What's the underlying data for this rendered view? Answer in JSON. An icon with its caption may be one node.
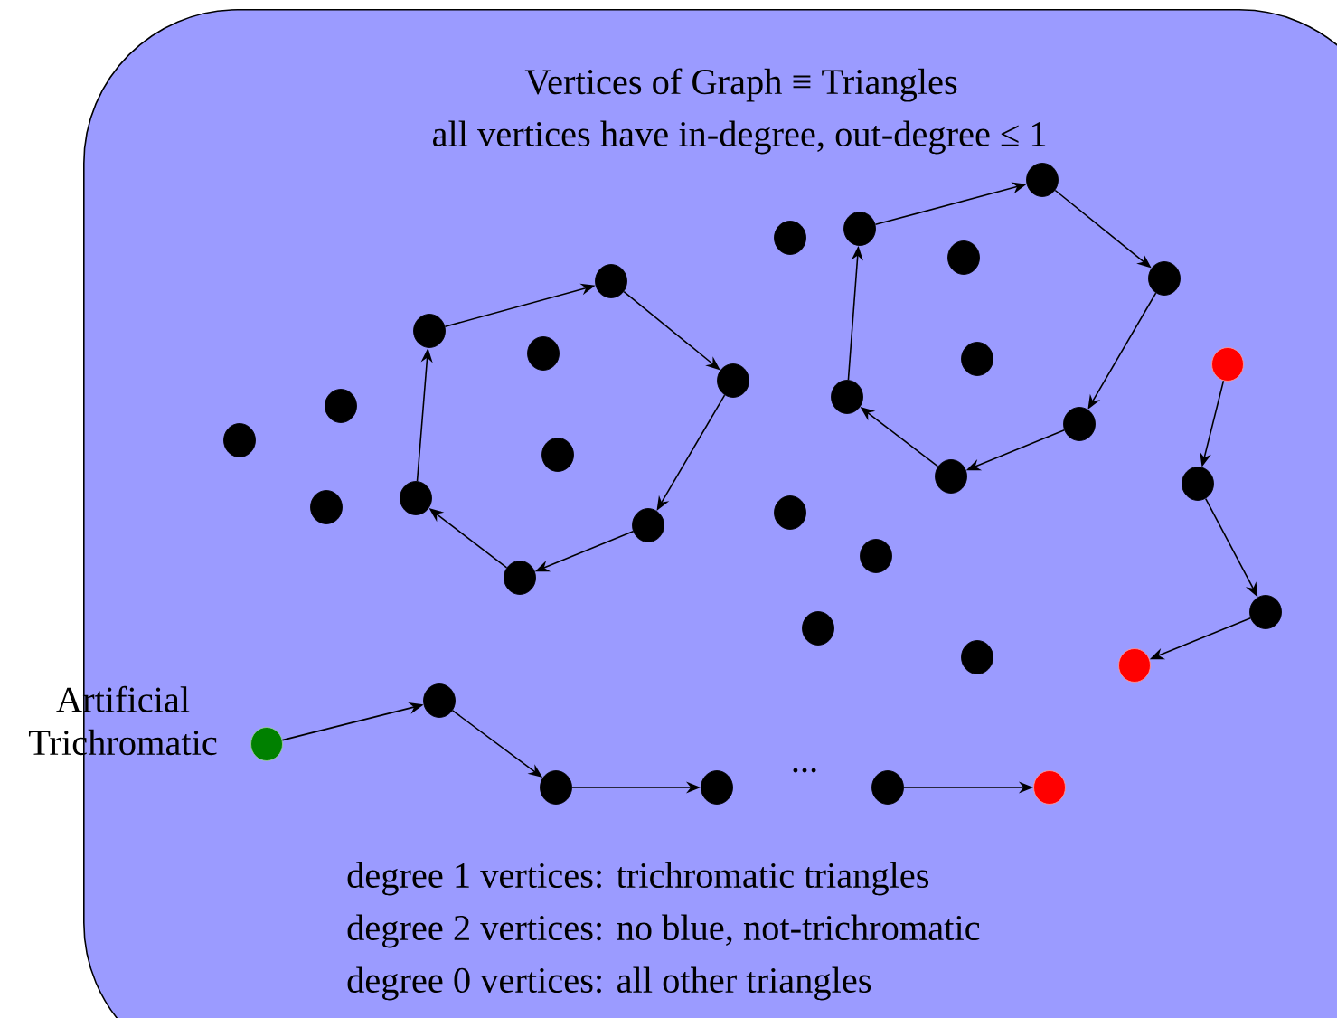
{
  "diagram": {
    "nodes": [
      {
        "text": [
          "Vertices of Graph ≡ Triangles",
          "all vertices have in-degree, out-degree ≤ 1",
          "degree 1 vertices: trichromatic triangles",
          "degree 2 vertices: no blue, not-trichromatic",
          "degree 0 vertices: all other triangles"
        ]
      },
      {
        "text": [],
        "shape": "circle",
        "in": 0
      },
      {
        "text": [],
        "shape": "circle",
        "in": 0
      },
      {
        "text": [],
        "shape": "circle",
        "in": 0
      },
      {
        "text": [],
        "shape": "circle",
        "in": 0
      },
      {
        "text": [],
        "shape": "circle",
        "in": 0
      },
      {
        "text": [],
        "shape": "circle",
        "in": 0
      },
      {
        "text": [],
        "shape": "circle",
        "in": 0
      },
      {
        "text": [],
        "shape": "circle",
        "in": 0
      },
      {
        "text": [],
        "shape": "circle",
        "in": 0
      },
      {
        "text": [],
        "shape": "circle",
        "in": 0
      },
      {
        "text": [],
        "shape": "circle",
        "in": 0
      },
      {
        "text": [],
        "shape": "circle",
        "in": 0
      },
      {
        "text": [],
        "shape": "circle",
        "in": 0
      },
      {
        "text": [],
        "shape": "circle",
        "in": 0
      },
      {
        "text": [],
        "shape": "circle",
        "in": 0
      },
      {
        "text": [],
        "shape": "circle",
        "in": 0
      },
      {
        "text": [],
        "shape": "circle",
        "in": 0
      },
      {
        "text": [],
        "shape": "circle",
        "in": 0
      },
      {
        "text": [],
        "shape": "circle",
        "in": 0
      },
      {
        "text": [],
        "shape": "circle",
        "in": 0
      },
      {
        "text": [],
        "shape": "circle",
        "in": 0
      },
      {
        "text": [],
        "shape": "circle",
        "in": 0
      },
      {
        "text": [],
        "shape": "circle",
        "in": 0
      },
      {
        "text": [],
        "shape": "circle",
        "in": 0
      },
      {
        "text": [],
        "shape": "circle",
        "in": 0
      },
      {
        "text": [],
        "shape": "circle",
        "in": 0
      },
      {
        "text": [],
        "shape": "circle",
        "in": 0
      },
      {
        "text": [],
        "shape": "circle",
        "in": 0
      },
      {
        "text": [],
        "shape": "circle",
        "in": 0,
        "beside": [
          "Artificial Trichromatic"
        ]
      },
      {
        "text": [],
        "shape": "circle",
        "in": 0
      },
      {
        "text": [],
        "shape": "circle",
        "in": 0
      },
      {
        "text": [],
        "shape": "circle",
        "in": 0
      },
      {
        "text": [],
        "shape": "circle",
        "in": 0
      },
      {
        "text": [],
        "shape": "circle",
        "in": 0
      }
    ],
    "edges": [
      {
        "from": 4,
        "to": 5,
        "arrow": "to"
      },
      {
        "from": 5,
        "to": 6,
        "arrow": "to"
      },
      {
        "from": 6,
        "to": 7,
        "arrow": "to"
      },
      {
        "from": 7,
        "to": 8,
        "arrow": "to"
      },
      {
        "from": 8,
        "to": 9,
        "arrow": "to"
      },
      {
        "from": 9,
        "to": 4,
        "arrow": "to"
      },
      {
        "from": 17,
        "to": 18,
        "arrow": "to"
      },
      {
        "from": 18,
        "to": 19,
        "arrow": "to"
      },
      {
        "from": 19,
        "to": 20,
        "arrow": "to"
      },
      {
        "from": 20,
        "to": 21,
        "arrow": "to"
      },
      {
        "from": 21,
        "to": 22,
        "arrow": "to"
      },
      {
        "from": 22,
        "to": 17,
        "arrow": "to"
      },
      {
        "from": 25,
        "to": 26,
        "arrow": "to"
      },
      {
        "from": 26,
        "to": 27,
        "arrow": "to"
      },
      {
        "from": 27,
        "to": 28,
        "arrow": "to"
      },
      {
        "from": 29,
        "to": 30,
        "arrow": "to"
      },
      {
        "from": 30,
        "to": 31,
        "arrow": "to"
      },
      {
        "from": 31,
        "to": 32,
        "arrow": "to"
      },
      {
        "from": 33,
        "to": 34,
        "arrow": "to"
      }
    ],
    "labels": [
      "..."
    ]
  }
}
